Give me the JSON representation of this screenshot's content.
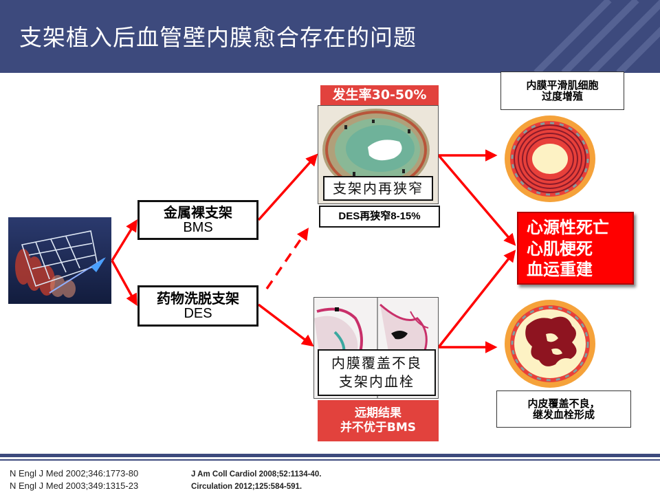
{
  "header": {
    "title": "支架植入后血管壁内膜愈合存在的问题"
  },
  "left": {
    "bms": {
      "line1": "金属裸支架",
      "line2": "BMS"
    },
    "des": {
      "line1": "药物洗脱支架",
      "line2": "DES"
    }
  },
  "middle": {
    "incidence": "发生率30-50%",
    "restenosis_caption": "支架内再狭窄",
    "des_restenosis": "DES再狭窄8-15%",
    "poor_coverage_caption_1": "内膜覆盖不良",
    "poor_coverage_caption_2": "支架内血栓",
    "long_term_1": "远期结果",
    "long_term_2": "并不优于BMS"
  },
  "right": {
    "smc_label_1": "内膜平滑肌细胞",
    "smc_label_2": "过度增殖",
    "outcome_1": "心源性死亡",
    "outcome_2": "心肌梗死",
    "outcome_3": "血运重建",
    "endo_label_1": "内皮覆盖不良，",
    "endo_label_2": "继发血栓形成"
  },
  "references": {
    "left_1": "N Engl J Med 2002;346:1773-80",
    "left_2": "N Engl J Med 2003;349:1315-23",
    "right_1": "J Am Coll Cardiol 2008;52:1134-40.",
    "right_2": "Circulation 2012;125:584-591."
  },
  "colors": {
    "header": "#3d4a7d",
    "arrow": "#ff0000",
    "label_bar": "#e2423d",
    "outcome": "#ff0000"
  }
}
